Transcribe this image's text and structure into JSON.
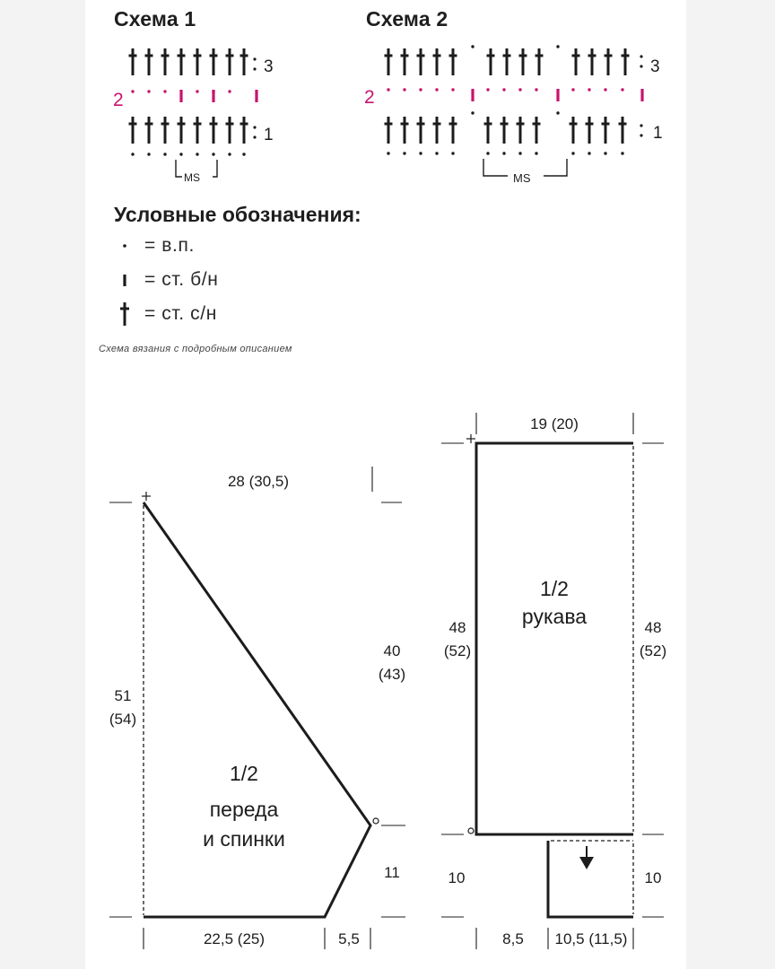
{
  "schemes": {
    "scheme1": {
      "title": "Схема 1",
      "row_labels": [
        "3",
        "2",
        "1"
      ],
      "repeat_label": "MS"
    },
    "scheme2": {
      "title": "Схема 2",
      "row_labels": [
        "3",
        "2",
        "1"
      ],
      "repeat_label": "MS"
    }
  },
  "legend": {
    "title": "Условные обозначения:",
    "items": [
      {
        "icon": "chain-dot-icon",
        "text": "= в.п."
      },
      {
        "icon": "single-crochet-icon",
        "text": "= ст. б/н"
      },
      {
        "icon": "double-crochet-icon",
        "text": "= ст. с/н"
      }
    ]
  },
  "caption": "Схема вязания с подробным описанием",
  "body_pattern": {
    "label_line1": "1/2",
    "label_line2": "переда",
    "label_line3": "и спинки",
    "top_width": "28 (30,5)",
    "side_height_a": "51",
    "side_height_b": "(54)",
    "slope_height_a": "40",
    "slope_height_b": "(43)",
    "lower_height": "11",
    "bottom_width": "22,5 (25)",
    "bottom_offset": "5,5"
  },
  "sleeve_pattern": {
    "label_line1": "1/2",
    "label_line2": "рукава",
    "top_width": "19 (20)",
    "left_height_a": "48",
    "left_height_b": "(52)",
    "right_height_a": "48",
    "right_height_b": "(52)",
    "cuff_left_height": "10",
    "cuff_right_height": "10",
    "cuff_offset": "8,5",
    "cuff_width": "10,5 (11,5)"
  },
  "colors": {
    "ink": "#1c1c1c",
    "accent_magenta": "#c8136e"
  }
}
